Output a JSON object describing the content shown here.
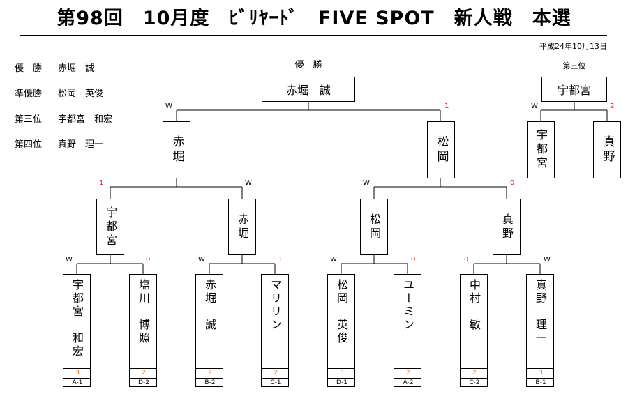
{
  "header": {
    "title": "第98回　10月度　ﾋﾞﾘﾔｰﾄﾞ　FIVE SPOT　新人戦　本選",
    "date": "平成24年10月13日"
  },
  "results": [
    {
      "label": "優　勝",
      "name": "赤堀　誠"
    },
    {
      "label": "準優勝",
      "name": "松岡　英俊"
    },
    {
      "label": "第三位",
      "name": "宇都宮　和宏"
    },
    {
      "label": "第四位",
      "name": "真野　理一"
    }
  ],
  "final": {
    "caption": "優　勝",
    "winner": "赤堀　誠",
    "left_mark": "W",
    "right_mark": "1"
  },
  "semis": [
    {
      "name": "赤堀",
      "left_mark": "1",
      "right_mark": "W"
    },
    {
      "name": "松岡",
      "left_mark": "W",
      "right_mark": "0"
    }
  ],
  "third_place": {
    "caption": "第三位",
    "winner": "宇都宮",
    "left_mark": "W",
    "right_mark": "2",
    "left_name": "宇都宮",
    "right_name": "真野"
  },
  "quarters": [
    {
      "name": "宇都宮",
      "left_mark": "W",
      "right_mark": "0"
    },
    {
      "name": "赤堀",
      "left_mark": "W",
      "right_mark": "1"
    },
    {
      "name": "松岡",
      "left_mark": "W",
      "right_mark": "0"
    },
    {
      "name": "真野",
      "left_mark": "0",
      "right_mark": "W"
    }
  ],
  "players": [
    {
      "name": "宇都宮　和宏",
      "score": "3",
      "seed": "A-1"
    },
    {
      "name": "塩川　博照",
      "score": "2",
      "seed": "D-2"
    },
    {
      "name": "赤堀　誠",
      "score": "2",
      "seed": "B-2"
    },
    {
      "name": "マリリン",
      "score": "2",
      "seed": "C-1"
    },
    {
      "name": "松岡　英俊",
      "score": "3",
      "seed": "D-1"
    },
    {
      "name": "ユーミン",
      "score": "2",
      "seed": "A-2"
    },
    {
      "name": "中村　敏",
      "score": "2",
      "seed": "C-2"
    },
    {
      "name": "真野　理一",
      "score": "3",
      "seed": "B-1"
    }
  ]
}
